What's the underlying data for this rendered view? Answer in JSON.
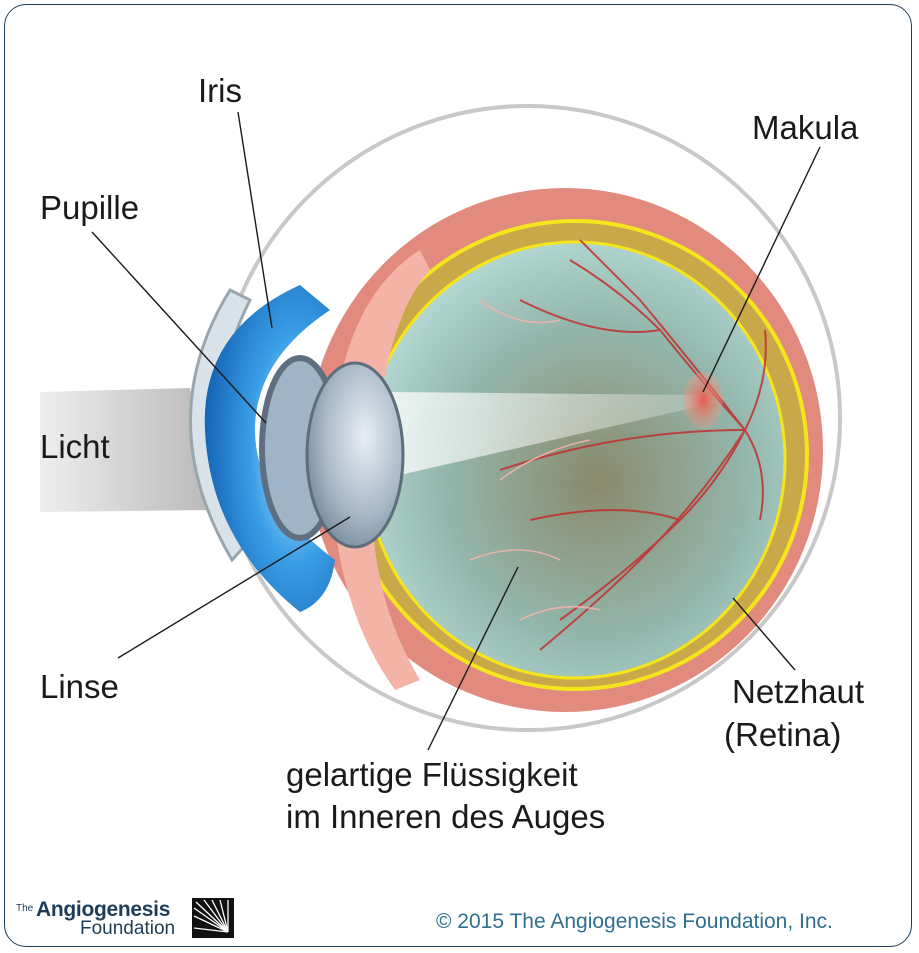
{
  "labels": {
    "iris": "Iris",
    "pupille": "Pupille",
    "licht": "Licht",
    "linse": "Linse",
    "makula": "Makula",
    "netzhaut_line1": "Netzhaut",
    "netzhaut_line2": "(Retina)",
    "gel_line1": "gelartige Flüssigkeit",
    "gel_line2": "im Inneren des Auges"
  },
  "logo": {
    "the": "The",
    "name": "Angiogenesis",
    "foundation": "Foundation"
  },
  "copyright": "© 2015 The Angiogenesis Foundation, Inc.",
  "colors": {
    "frame": "#1f3d58",
    "iris_blue": "#2a8fd6",
    "choroid_pink": "#e07a72",
    "retina_yellow": "#f5e51c",
    "vessel_red": "#c0302e",
    "vitreous": "#9fc9c4",
    "copyright_text": "#2f6f8f"
  }
}
